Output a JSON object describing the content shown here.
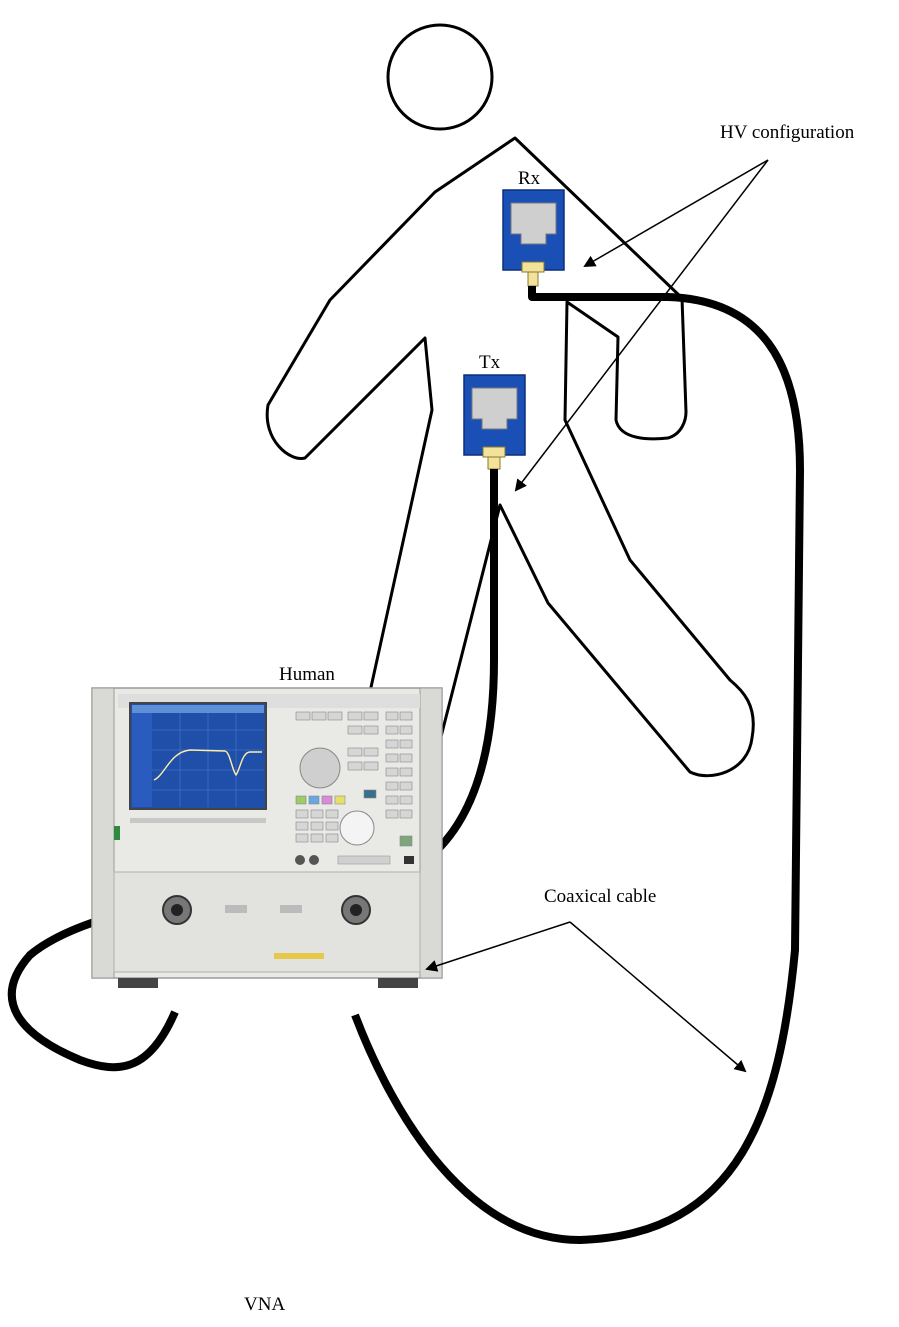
{
  "labels": {
    "hv_configuration": "HV configuration",
    "rx": "Rx",
    "tx": "Tx",
    "human": "Human",
    "coaxical_cable": "Coaxical cable",
    "vna": "VNA"
  },
  "colors": {
    "antenna_blue": "#1a4fb5",
    "antenna_panel": "#cfcfcf",
    "connector": "#f2e29a",
    "cable": "#000000",
    "vna_body": "#e9e9e6",
    "vna_screen": "#1f4fa8"
  }
}
